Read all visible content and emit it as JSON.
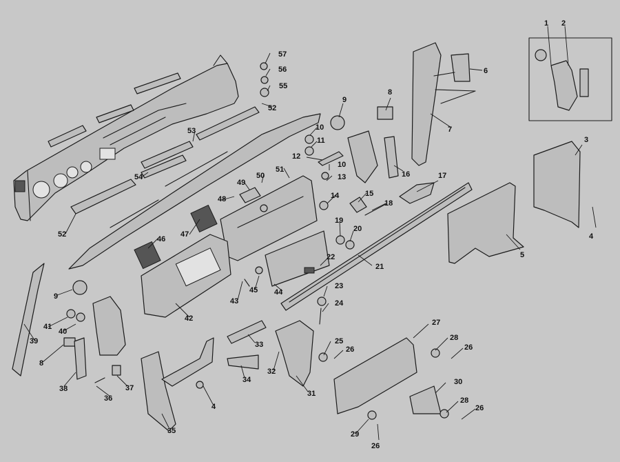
{
  "diagram": {
    "callouts": [
      {
        "id": "c1",
        "text": "1"
      },
      {
        "id": "c2",
        "text": "2"
      },
      {
        "id": "c3",
        "text": "3"
      },
      {
        "id": "c4a",
        "text": "4"
      },
      {
        "id": "c4b",
        "text": "4"
      },
      {
        "id": "c5",
        "text": "5"
      },
      {
        "id": "c6",
        "text": "6"
      },
      {
        "id": "c7",
        "text": "7"
      },
      {
        "id": "c8a",
        "text": "8"
      },
      {
        "id": "c8b",
        "text": "8"
      },
      {
        "id": "c9a",
        "text": "9"
      },
      {
        "id": "c9b",
        "text": "9"
      },
      {
        "id": "c10a",
        "text": "10"
      },
      {
        "id": "c10b",
        "text": "10"
      },
      {
        "id": "c11",
        "text": "11"
      },
      {
        "id": "c12",
        "text": "12"
      },
      {
        "id": "c13",
        "text": "13"
      },
      {
        "id": "c14",
        "text": "14"
      },
      {
        "id": "c15",
        "text": "15"
      },
      {
        "id": "c16",
        "text": "16"
      },
      {
        "id": "c17",
        "text": "17"
      },
      {
        "id": "c18",
        "text": "18"
      },
      {
        "id": "c19",
        "text": "19"
      },
      {
        "id": "c20",
        "text": "20"
      },
      {
        "id": "c21",
        "text": "21"
      },
      {
        "id": "c22",
        "text": "22"
      },
      {
        "id": "c23",
        "text": "23"
      },
      {
        "id": "c24",
        "text": "24"
      },
      {
        "id": "c25",
        "text": "25"
      },
      {
        "id": "c26a",
        "text": "26"
      },
      {
        "id": "c26b",
        "text": "26"
      },
      {
        "id": "c26c",
        "text": "26"
      },
      {
        "id": "c26d",
        "text": "26"
      },
      {
        "id": "c27",
        "text": "27"
      },
      {
        "id": "c28a",
        "text": "28"
      },
      {
        "id": "c28b",
        "text": "28"
      },
      {
        "id": "c29",
        "text": "29"
      },
      {
        "id": "c30",
        "text": "30"
      },
      {
        "id": "c31",
        "text": "31"
      },
      {
        "id": "c32",
        "text": "32"
      },
      {
        "id": "c33",
        "text": "33"
      },
      {
        "id": "c34",
        "text": "34"
      },
      {
        "id": "c35",
        "text": "35"
      },
      {
        "id": "c36",
        "text": "36"
      },
      {
        "id": "c37",
        "text": "37"
      },
      {
        "id": "c38",
        "text": "38"
      },
      {
        "id": "c39",
        "text": "39"
      },
      {
        "id": "c40",
        "text": "40"
      },
      {
        "id": "c41",
        "text": "41"
      },
      {
        "id": "c42",
        "text": "42"
      },
      {
        "id": "c43",
        "text": "43"
      },
      {
        "id": "c44",
        "text": "44"
      },
      {
        "id": "c45",
        "text": "45"
      },
      {
        "id": "c46",
        "text": "46"
      },
      {
        "id": "c47",
        "text": "47"
      },
      {
        "id": "c48",
        "text": "48"
      },
      {
        "id": "c49",
        "text": "49"
      },
      {
        "id": "c50",
        "text": "50"
      },
      {
        "id": "c51",
        "text": "51"
      },
      {
        "id": "c52a",
        "text": "52"
      },
      {
        "id": "c52b",
        "text": "52"
      },
      {
        "id": "c53",
        "text": "53"
      },
      {
        "id": "c54",
        "text": "54"
      },
      {
        "id": "c55",
        "text": "55"
      },
      {
        "id": "c56",
        "text": "56"
      },
      {
        "id": "c57",
        "text": "57"
      }
    ]
  },
  "colors": {
    "background": "#c8c8c8",
    "line": "#1a1a1a",
    "part_fill": "#bdbdbd"
  }
}
